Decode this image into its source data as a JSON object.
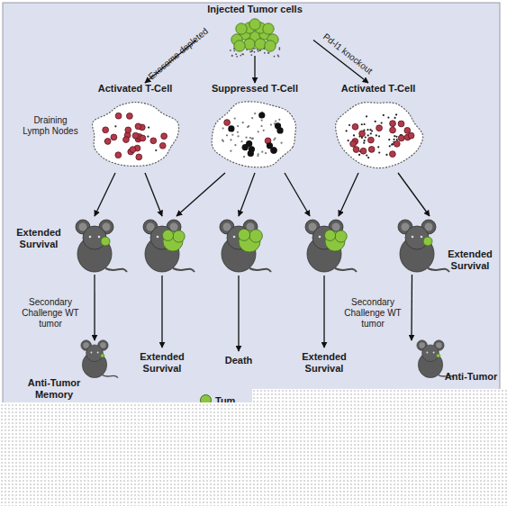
{
  "diagram": {
    "nodes": [
      {
        "text": [
          "Injected Tumor cells"
        ]
      },
      {
        "text": [
          "Activated T-Cell"
        ]
      },
      {
        "text": [
          "Suppressed T-Cell"
        ]
      },
      {
        "text": [
          "Activated T-Cell"
        ]
      },
      {
        "text": [
          "Extended Survival"
        ]
      },
      {
        "text": [
          "Extended Survival"
        ]
      },
      {
        "text": [
          "Death"
        ]
      },
      {
        "text": [
          "Extended Survival"
        ]
      },
      {
        "text": [
          "Extended Survival"
        ]
      },
      {
        "text": [
          "Anti-Tumor Memory"
        ]
      },
      {
        "text": [
          "Anti-Tumor"
        ]
      }
    ],
    "edges": [
      {
        "from": 0,
        "to": 1,
        "arrow": "to",
        "label": "Exosome depleted"
      },
      {
        "from": 0,
        "to": 2,
        "arrow": "to"
      },
      {
        "from": 0,
        "to": 3,
        "arrow": "to",
        "label": "Pd-l1 knockout"
      },
      {
        "from": 1,
        "to": 4,
        "arrow": "to"
      },
      {
        "from": 1,
        "to": 5,
        "arrow": "to"
      },
      {
        "from": 2,
        "to": 5,
        "arrow": "to"
      },
      {
        "from": 2,
        "to": 6,
        "arrow": "to"
      },
      {
        "from": 2,
        "to": 7,
        "arrow": "to"
      },
      {
        "from": 3,
        "to": 7,
        "arrow": "to"
      },
      {
        "from": 3,
        "to": 8,
        "arrow": "to"
      },
      {
        "from": 4,
        "to": 9,
        "arrow": "to",
        "label": "Secondary Challenge WT tumor"
      },
      {
        "from": 8,
        "to": 10,
        "arrow": "to",
        "label": "Secondary Challenge WT tumor"
      }
    ],
    "labels": [
      "Draining Lymph Nodes"
    ],
    "legend": [
      {
        "text": "Tum",
        "color": "#8cc63f"
      }
    ]
  }
}
